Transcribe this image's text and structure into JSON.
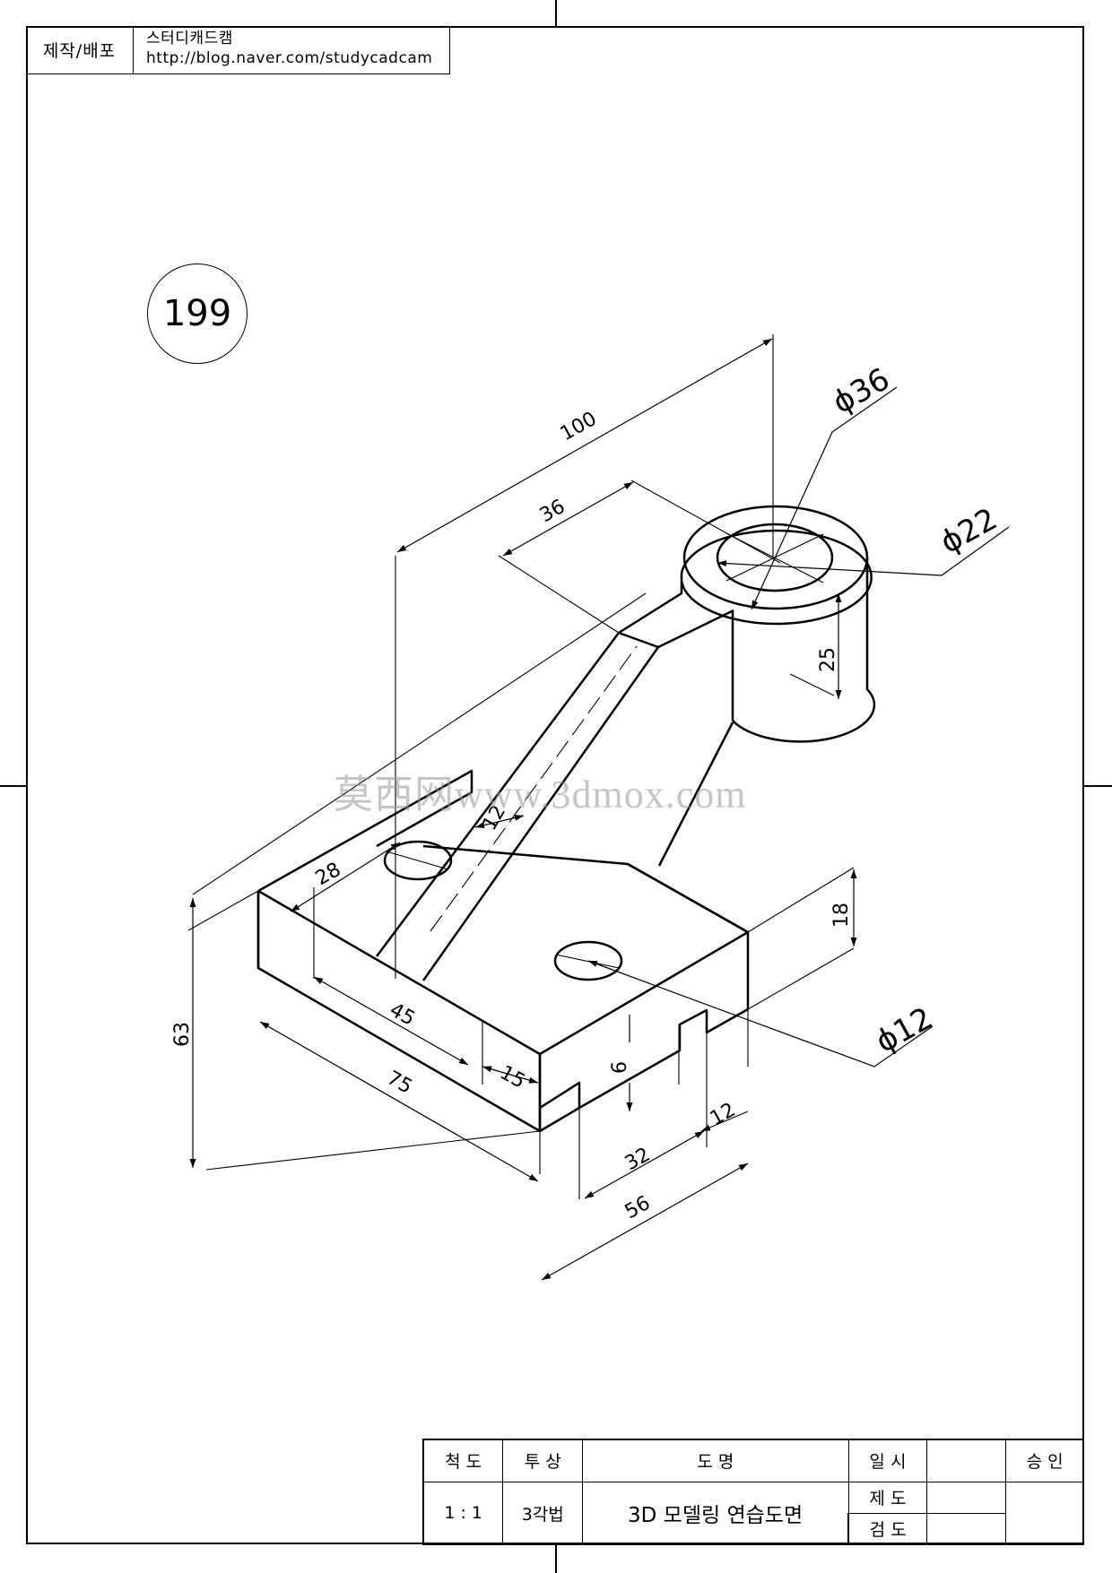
{
  "author_box": {
    "label": "제작/배포",
    "name": "스터디캐드캠",
    "url": "http://blog.naver.com/studycadcam"
  },
  "drawing_number": "199",
  "watermark": "莫西网www.3dmox.com",
  "dimensions": {
    "overall_length": "100",
    "hub_offset": "36",
    "hub_outer_dia": "ϕ36",
    "hub_inner_dia": "ϕ22",
    "hub_height": "25",
    "rib_thickness": "12",
    "hole_position": "28",
    "slot_length": "45",
    "step_width": "15",
    "overall_height": "63",
    "base_length": "75",
    "block_height": "18",
    "hole_dia": "ϕ12",
    "slot_depth": "6",
    "slot_wall": "12",
    "slot_width": "32",
    "base_width": "56"
  },
  "title_block": {
    "scale_label": "척  도",
    "projection_label": "투  상",
    "drawing_name_label": "도    명",
    "date_label": "일  시",
    "approval_label": "승  인",
    "scale_value": "1 : 1",
    "projection_value": "3각법",
    "drawing_name": "3D 모델링 연습도면",
    "drafted_label": "제  도",
    "checked_label": "검  도"
  }
}
